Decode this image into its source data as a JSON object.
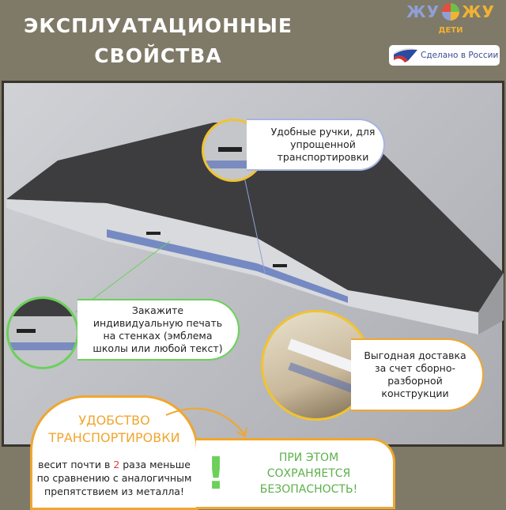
{
  "header": {
    "title_line1": "ЭКСПЛУАТАЦИОННЫЕ",
    "title_line2": "СВОЙСТВА"
  },
  "logo": {
    "word_left": "ЖУ",
    "word_right": "ЖУ",
    "sub": "ДЕТИ"
  },
  "badge": {
    "text": "Сделано в России"
  },
  "callouts": {
    "handles": "Удобные ручки, для упрощенной транспортировки",
    "print": "Закажите индивидуальную печать на стенках (эмблема школы или любой текст)",
    "delivery": "Выгодная доставка за счет сборно-разборной конструкции"
  },
  "transport": {
    "heading": "УДОБСТВО ТРАНСПОРТИРОВКИ",
    "text_before": "весит почти в ",
    "highlight": "2",
    "text_after": " раза меньше по сравнению с аналогичным препятствием из металла!"
  },
  "safety": {
    "text": "ПРИ ЭТОМ СОХРАНЯЕТСЯ БЕЗОПАСНОСТЬ!",
    "mark": "!"
  },
  "colors": {
    "background": "#7f7a68",
    "accent": "#f0a630",
    "green": "#6cd05a",
    "highlight": "#e23c3c"
  }
}
